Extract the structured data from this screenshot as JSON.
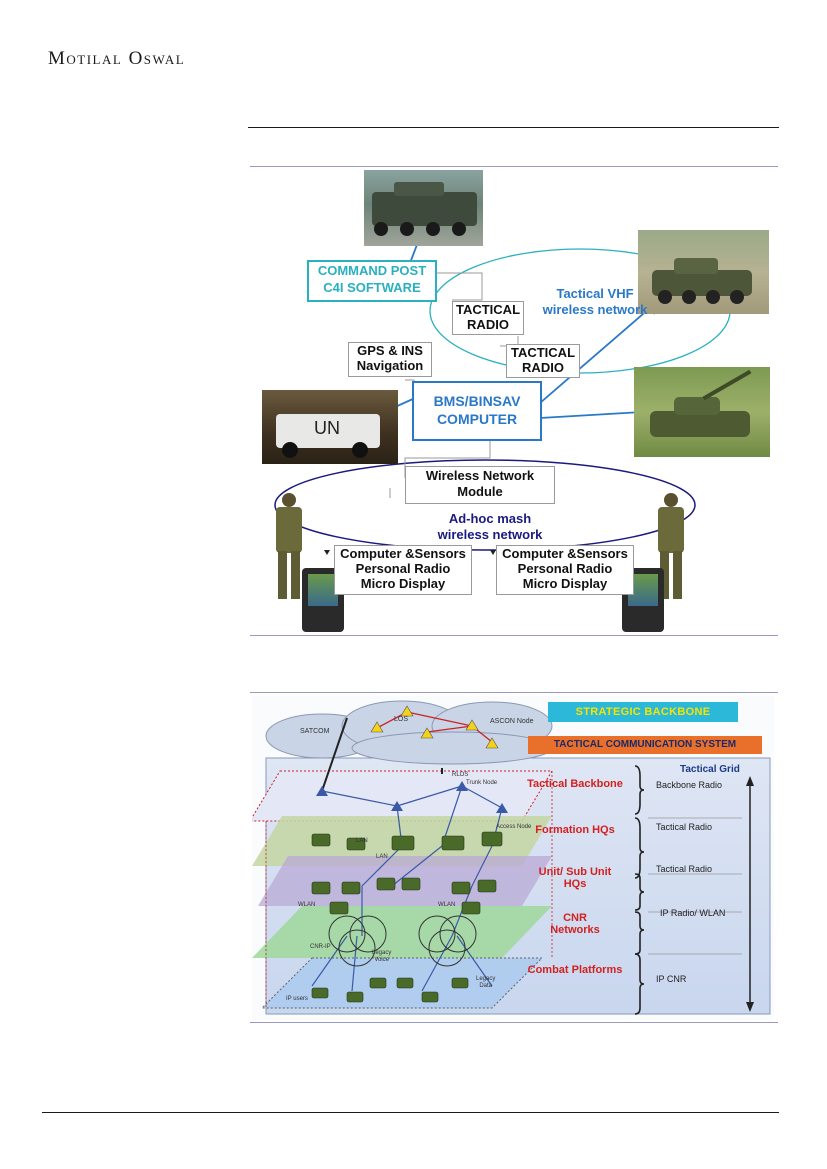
{
  "header": {
    "brand": "Motilal Oswal"
  },
  "figure1": {
    "command_post": [
      "COMMAND POST",
      "C4I SOFTWARE"
    ],
    "tactical_radio_1": [
      "TACTICAL",
      "RADIO"
    ],
    "tactical_radio_2": [
      "TACTICAL",
      "RADIO"
    ],
    "vhf_network": [
      "Tactical VHF",
      "wireless network"
    ],
    "gps": [
      "GPS & INS",
      "Navigation"
    ],
    "bms": [
      "BMS/BINSAV",
      "COMPUTER"
    ],
    "wnm": [
      "Wireless Network",
      "Module"
    ],
    "adhoc": [
      "Ad-hoc mash",
      "wireless network"
    ],
    "soldier_left": [
      "Computer &Sensors",
      "Personal Radio",
      "Micro Display"
    ],
    "soldier_right": [
      "Computer &Sensors",
      "Personal Radio",
      "Micro Display"
    ],
    "un_mark": "UN",
    "colors": {
      "cyan": "#2ab0c0",
      "navy": "#1a1a80",
      "blue": "#2a78c8"
    }
  },
  "figure2": {
    "strategic_backbone": "STRATEGIC BACKBONE",
    "tcs": "TACTICAL COMMUNICATION SYSTEM",
    "cloud_labels": {
      "satcom": "SATCOM",
      "los": "LOS",
      "ascon": "ASCON Node"
    },
    "tactical_grid": "Tactical Grid",
    "layers": [
      {
        "name": "Tactical Backbone",
        "radio": "Backbone Radio"
      },
      {
        "name": "Formation HQs",
        "radio": "Tactical Radio"
      },
      {
        "name": [
          "Unit/ Sub Unit",
          "HQs"
        ],
        "radio": "Tactical Radio"
      },
      {
        "name": [
          "CNR",
          "Networks"
        ],
        "radio": "IP Radio/ WLAN"
      },
      {
        "name": "Combat Platforms",
        "radio": "IP CNR"
      }
    ],
    "small": {
      "rlos": "RLOS",
      "trunk": "Trunk Node",
      "access": "Access Node",
      "lan1": "LAN",
      "lan2": "LAN",
      "wlan1": "WLAN",
      "wlan2": "WLAN",
      "cnr_ip": "CNR-IP",
      "legacy_voice": [
        "Legacy",
        "Voice"
      ],
      "legacy_data": [
        "Legacy",
        "Data"
      ],
      "ip_users": "IP users"
    },
    "colors": {
      "red": "#d42020",
      "cyan_banner": "#2cb8d8",
      "orange_banner": "#e8702a"
    }
  }
}
